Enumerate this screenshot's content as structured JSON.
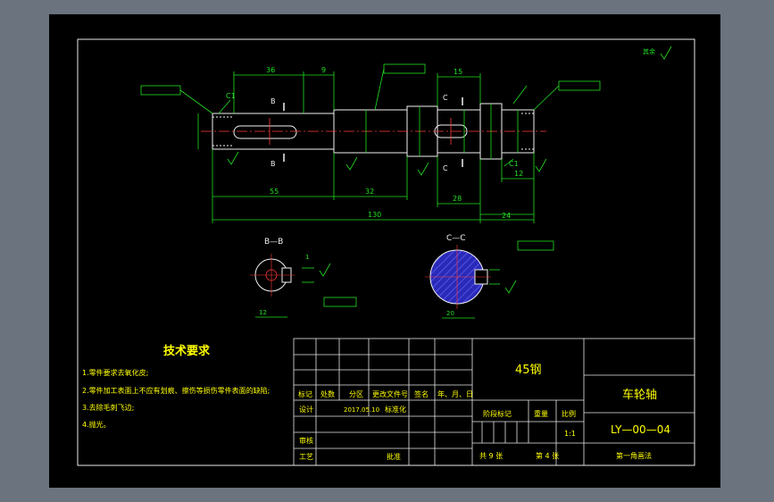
{
  "dims": {
    "d36": "36",
    "d9": "9",
    "d15": "15",
    "d55": "55",
    "d32": "32",
    "d130": "130",
    "d28": "28",
    "d24": "24",
    "d12": "12",
    "d1a": "1",
    "d12b": "12",
    "d20": "20"
  },
  "section_marks": {
    "b_top": "B",
    "b_bottom": "B",
    "c_top": "C",
    "c_bottom": "C"
  },
  "views": {
    "section_bb": "B—B",
    "section_cc": "C—C"
  },
  "misc_labels": {
    "corner_roughness": "其余",
    "c1_left": "C1",
    "c1_right": "C1"
  },
  "tech_requirements": {
    "title": "技术要求",
    "items": [
      "1.零件要求去氧化皮;",
      "2.零件加工表面上不应有划痕、擦伤等损伤零件表面的缺陷;",
      "3.去除毛刺飞边;",
      "4.抛光。"
    ]
  },
  "title_block": {
    "material": "45钢",
    "part_name": "车轮轴",
    "drawing_no": "LY—00—04",
    "col_mark": "标记",
    "col_count": "处数",
    "col_zone": "分区",
    "col_change_doc": "更改文件号",
    "col_sign": "签名",
    "col_date": "年、月、日",
    "design_label": "设计",
    "design_date": "2017.05.10",
    "standardize_label": "标准化",
    "stage_mark": "阶段标记",
    "weight": "重量",
    "scale_label": "比例",
    "scale_value": "1:1",
    "review_label": "审核",
    "process_label": "工艺",
    "approve_label": "批准",
    "sheets_total": "共 9 张",
    "sheet_no": "第 4 张",
    "projection": "第一角画法"
  }
}
